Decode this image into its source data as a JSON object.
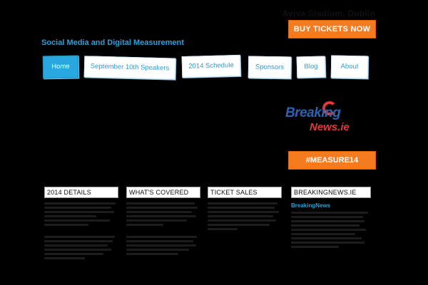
{
  "header": {
    "venue": "Aviva Stadium, Dublin",
    "buy_tickets": "BUY TICKETS NOW",
    "tagline": "Social Media and Digital Measurement"
  },
  "nav": {
    "items": [
      {
        "label": "Home",
        "active": true
      },
      {
        "label": "September 10th Speakers",
        "active": false
      },
      {
        "label": "2014 Schedule",
        "active": false
      },
      {
        "label": "Sponsors",
        "active": false
      },
      {
        "label": "Blog",
        "active": false
      },
      {
        "label": "About",
        "active": false
      }
    ]
  },
  "logo": {
    "top": "Breaking",
    "bottom": "News.ie"
  },
  "measure_button": "#MEASURE14",
  "columns": [
    {
      "title": "2014 DETAILS"
    },
    {
      "title": "WHAT'S COVERED"
    },
    {
      "title": "TICKET SALES"
    },
    {
      "title": "BREAKINGNEWS.IE",
      "link": "BreakingNews"
    }
  ],
  "colors": {
    "accent_orange": "#f47b20",
    "accent_blue": "#2b9fd8",
    "background": "#000000"
  }
}
